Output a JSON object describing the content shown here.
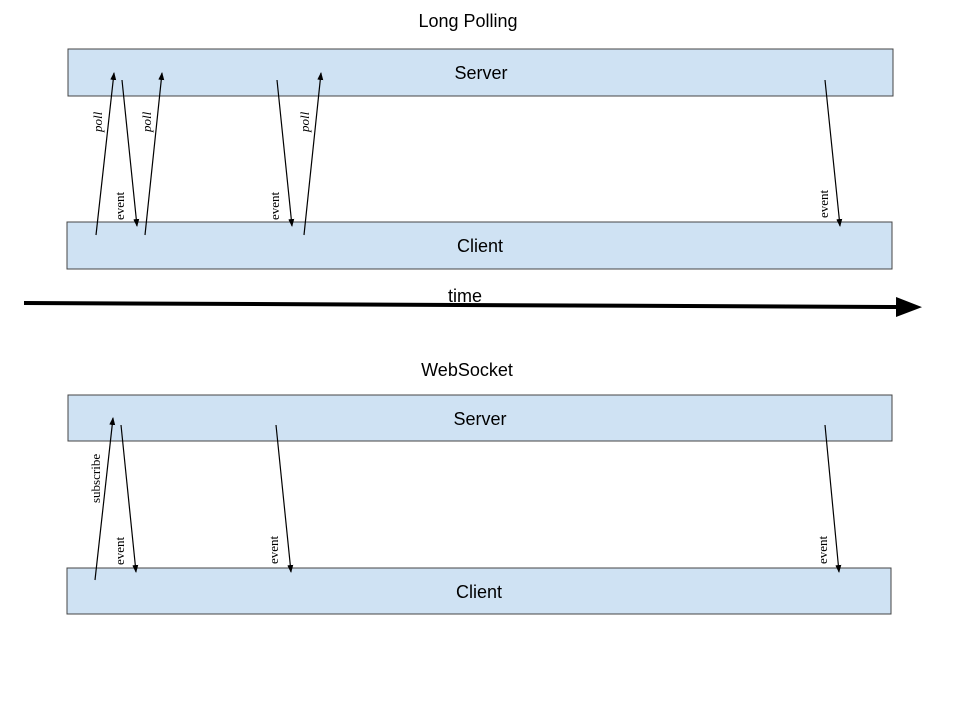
{
  "colors": {
    "band_fill": "#cfe2f3",
    "band_stroke": "#444444",
    "ink": "#000000"
  },
  "sections": {
    "long_polling": {
      "title": "Long Polling",
      "server_label": "Server",
      "client_label": "Client",
      "poll_label": "poll",
      "event_label": "event"
    },
    "websocket": {
      "title": "WebSocket",
      "server_label": "Server",
      "client_label": "Client",
      "subscribe_label": "subscribe",
      "event_label": "event"
    }
  },
  "timeline": {
    "label": "time"
  }
}
